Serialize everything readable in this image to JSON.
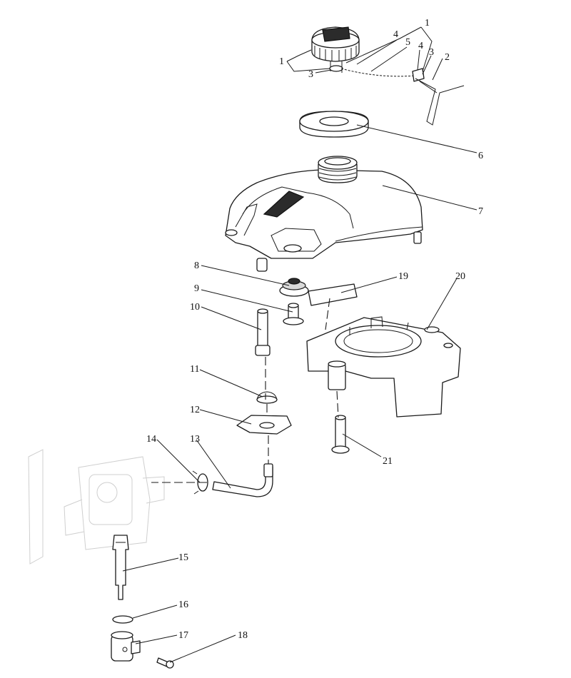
{
  "callouts": {
    "c1a": "1",
    "c1b": "1",
    "c2": "2",
    "c3a": "3",
    "c3b": "3",
    "c4a": "4",
    "c4b": "4",
    "c5": "5",
    "c6": "6",
    "c7": "7",
    "c8": "8",
    "c9": "9",
    "c10": "10",
    "c11": "11",
    "c12": "12",
    "c13": "13",
    "c14": "14",
    "c15": "15",
    "c16": "16",
    "c17": "17",
    "c18": "18",
    "c19": "19",
    "c20": "20",
    "c21": "21"
  }
}
